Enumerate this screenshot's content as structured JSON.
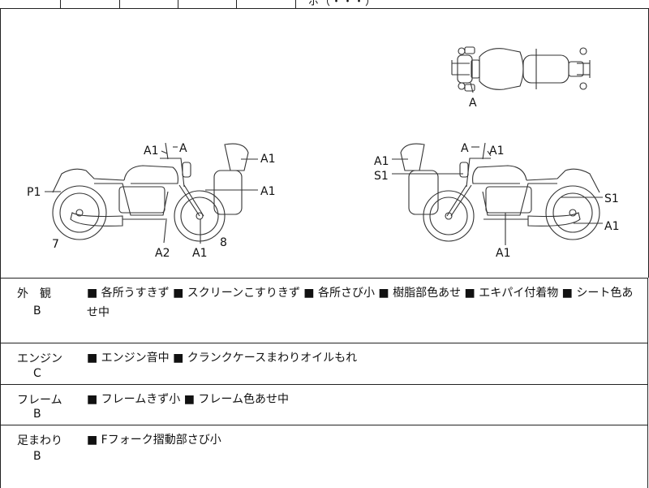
{
  "header_fragment": "ポ（・・・）",
  "diagram": {
    "top_view_label": "A",
    "left_side_labels": {
      "a1_tank": "A1",
      "a_mirror": "A",
      "a1_screen": "A1",
      "a1_bag": "A1",
      "p1": "P1",
      "a2": "A2",
      "a1_wheel": "A1",
      "num7": "7",
      "num8": "8"
    },
    "right_side_labels": {
      "a_mirror": "A",
      "a1_tank": "A1",
      "a1_screen": "A1",
      "s1_front": "S1",
      "s1_rear": "S1",
      "a1_rear": "A1",
      "a1_bottom": "A1"
    }
  },
  "sections": [
    {
      "category": "外　観",
      "grade": "B",
      "notes": "■ 各所うすきず ■ スクリーンこすりきず ■ 各所さび小 ■ 樹脂部色あせ ■ エキパイ付着物 ■ シート色あせ中"
    },
    {
      "category": "エンジン",
      "grade": "C",
      "notes": "■ エンジン音中 ■ クランクケースまわりオイルもれ"
    },
    {
      "category": "フレーム",
      "grade": "B",
      "notes": "■ フレームきず小 ■ フレーム色あせ中"
    },
    {
      "category": "足まわり",
      "grade": "B",
      "notes": "■ Fフォーク摺動部さび小"
    }
  ]
}
